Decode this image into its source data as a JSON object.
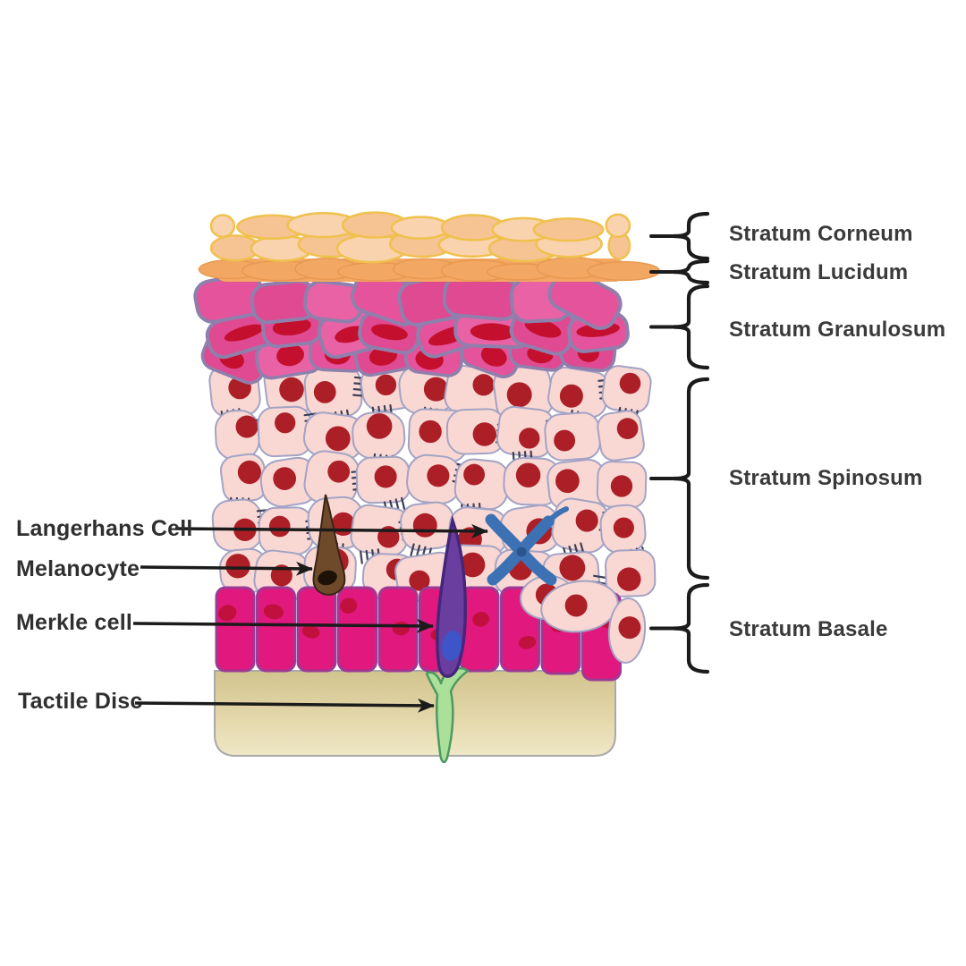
{
  "diagram": {
    "type": "epidermis-histology-diagram",
    "strata": [
      {
        "label": "Stratum Corneum"
      },
      {
        "label": "Stratum Lucidum"
      },
      {
        "label": "Stratum Granulosum"
      },
      {
        "label": "Stratum Spinosum"
      },
      {
        "label": "Stratum Basale"
      }
    ],
    "cells": [
      {
        "label": "Langerhans Cell"
      },
      {
        "label": "Melanocyte"
      },
      {
        "label": "Merkle cell"
      },
      {
        "label": "Tactile Disc"
      }
    ],
    "colors": {
      "corneum_fill_a": "#F6C393",
      "corneum_fill_b": "#F9D2AE",
      "corneum_stroke": "#EFC14D",
      "lucidum_fill": "#F2A763",
      "lucidum_stroke": "#E9994F",
      "granulosum_fill_a": "#E4539B",
      "granulosum_fill_b": "#DF4A92",
      "granulosum_fill_c": "#EA62A6",
      "granulosum_stroke": "#8F7FAC",
      "granulosum_nucleus": "#C4102E",
      "granulosum_nucleus_light": "#EE86B4",
      "spinosum_fill": "#F9D8D4",
      "spinosum_stroke": "#A3A3C4",
      "spinosum_nucleus": "#AC1F27",
      "spine_ticks": "#3F3F55",
      "basale_fill": "#E1187D",
      "basale_stroke": "#9C3A94",
      "basale_nucleus": "#BE1038",
      "dermis_top": "#D2C48E",
      "dermis_bottom": "#EFE7C6",
      "dermis_stroke": "#A9A9A9",
      "melanocyte_fill": "#6F4A2A",
      "melanocyte_stroke": "#3A2415",
      "melanocyte_nucleus": "#1E1208",
      "merkel_fill": "#6A3E9E",
      "merkel_stroke": "#44267A",
      "merkel_nucleus": "#3D55C8",
      "langerhans_fill": "#3C72B4",
      "langerhans_center": "#2B5590",
      "tactile_fill": "#ABE09A",
      "tactile_stroke": "#4E9960",
      "annotation": "#1B1B1B",
      "text": "#3A3A3A"
    }
  }
}
